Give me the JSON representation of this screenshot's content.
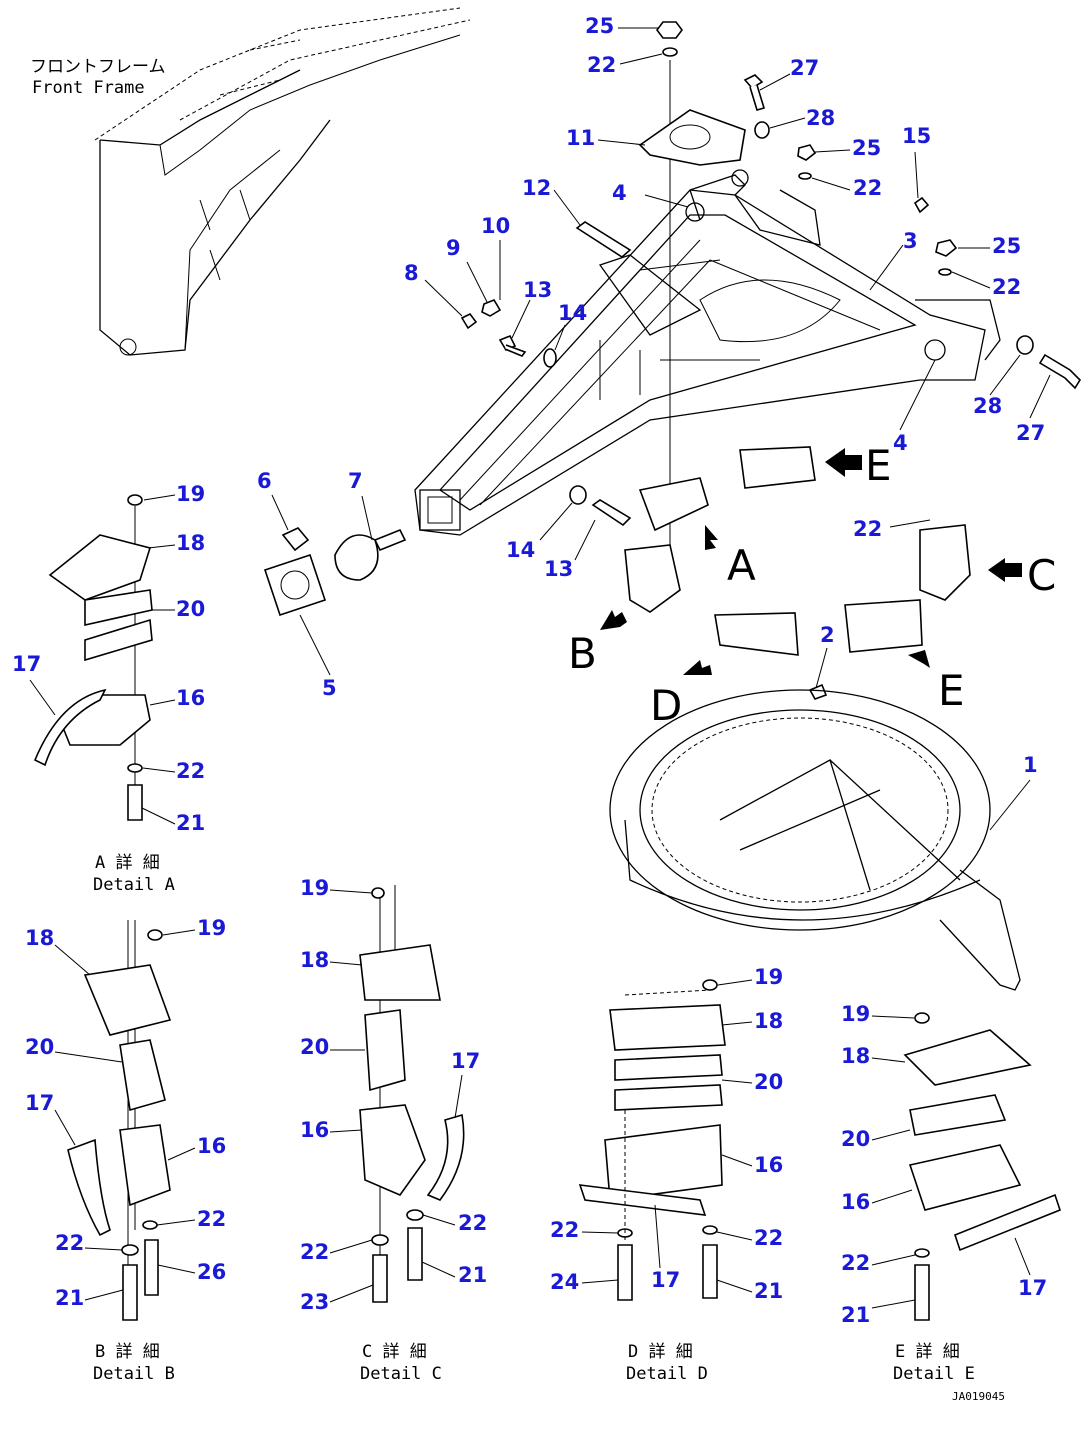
{
  "front_frame": {
    "jp": "フロントフレーム",
    "en": "Front Frame"
  },
  "big_letters": [
    "E",
    "A",
    "B",
    "C",
    "D",
    "E"
  ],
  "details": [
    {
      "jp": "A 詳 細",
      "en": "Detail A"
    },
    {
      "jp": "B 詳 細",
      "en": "Detail B"
    },
    {
      "jp": "C 詳 細",
      "en": "Detail C"
    },
    {
      "jp": "D 詳 細",
      "en": "Detail D"
    },
    {
      "jp": "E 詳 細",
      "en": "Detail E"
    }
  ],
  "callouts": [
    "25",
    "22",
    "27",
    "28",
    "11",
    "25",
    "22",
    "15",
    "12",
    "4",
    "3",
    "25",
    "22",
    "10",
    "9",
    "8",
    "13",
    "14",
    "28",
    "27",
    "4",
    "6",
    "7",
    "14",
    "13",
    "22",
    "2",
    "1",
    "19",
    "18",
    "20",
    "17",
    "16",
    "22",
    "21",
    "19",
    "18",
    "20",
    "17",
    "16",
    "22",
    "22",
    "26",
    "21",
    "19",
    "18",
    "20",
    "17",
    "16",
    "22",
    "22",
    "23",
    "21",
    "19",
    "18",
    "20",
    "16",
    "22",
    "22",
    "24",
    "17",
    "21",
    "19",
    "18",
    "20",
    "16",
    "22",
    "17",
    "21",
    "5"
  ],
  "drawing_code": "JA019045"
}
